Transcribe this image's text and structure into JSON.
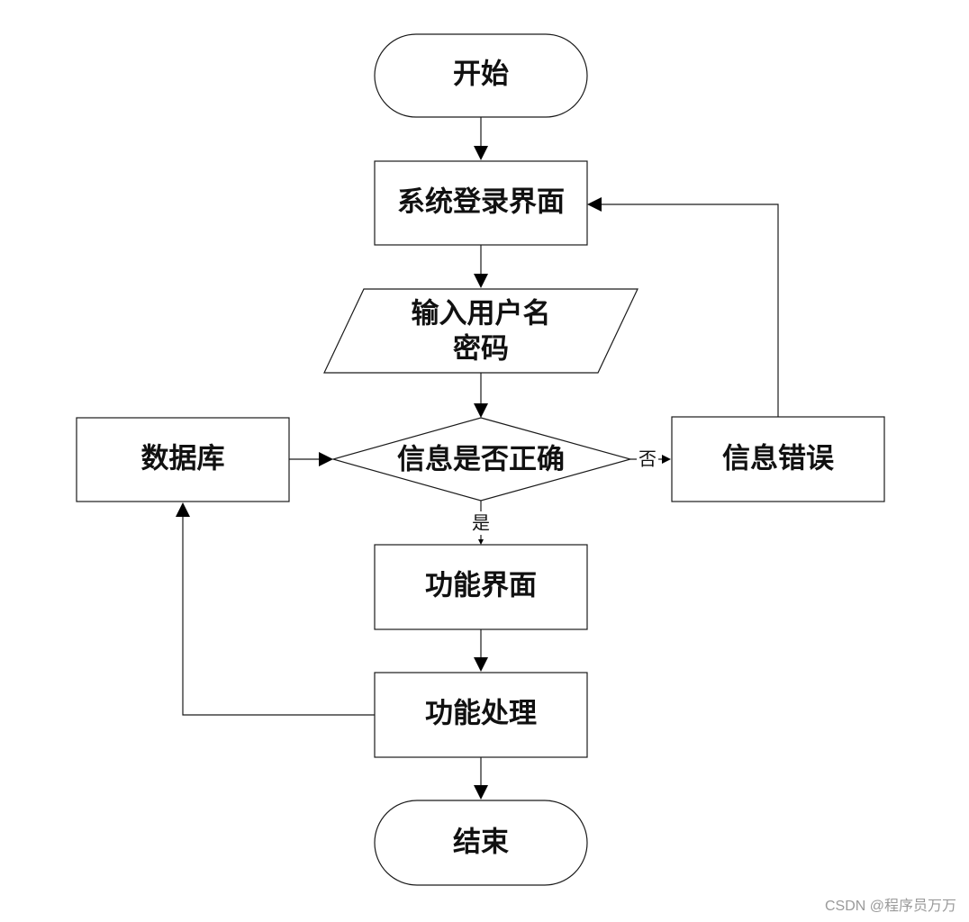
{
  "diagram": {
    "nodes": {
      "start": "开始",
      "login": "系统登录界面",
      "input_line1": "输入用户名",
      "input_line2": "密码",
      "check": "信息是否正确",
      "database": "数据库",
      "error": "信息错误",
      "function_ui": "功能界面",
      "function_proc": "功能处理",
      "end": "结束"
    },
    "edges": {
      "no": "否",
      "yes": "是"
    }
  },
  "watermark": "CSDN @程序员万万"
}
